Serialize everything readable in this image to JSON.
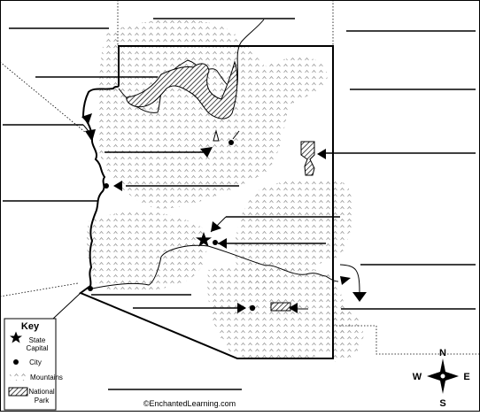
{
  "legend": {
    "title": "Key",
    "items": [
      {
        "icon": "star-icon",
        "label_lines": [
          "State",
          "Capital"
        ]
      },
      {
        "icon": "city-dot-icon",
        "label_lines": [
          "City"
        ]
      },
      {
        "icon": "mountains-icon",
        "label_lines": [
          "Mountains"
        ]
      },
      {
        "icon": "national-park-icon",
        "label_lines": [
          "National",
          "Park"
        ]
      }
    ]
  },
  "compass": {
    "n": "N",
    "s": "S",
    "e": "E",
    "w": "W"
  },
  "credit": "©EnchantedLearning.com",
  "colors": {
    "ink": "#000000",
    "background": "#ffffff",
    "mountain_pattern": "#9a9a9a"
  }
}
